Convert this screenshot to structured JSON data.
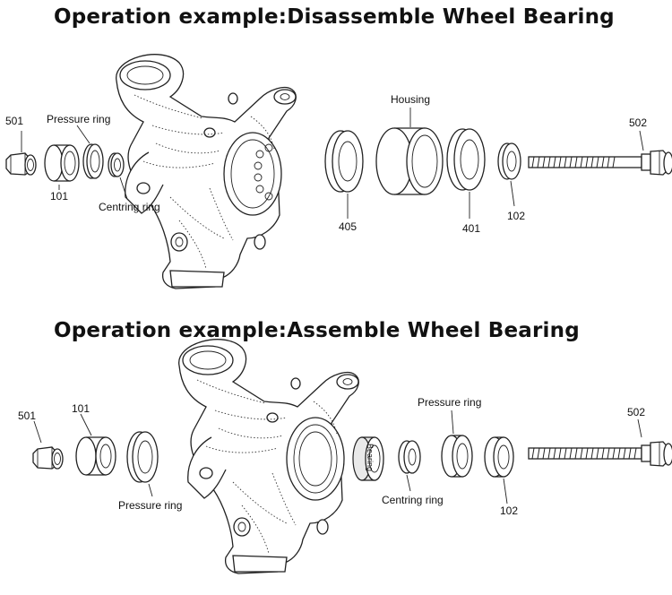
{
  "top_section": {
    "title": "Operation example:Disassemble Wheel Bearing",
    "labels": {
      "p501": "501",
      "pressure_ring": "Pressure ring",
      "p101": "101",
      "centring_ring": "Centring ring",
      "housing": "Housing",
      "p405": "405",
      "p401": "401",
      "p102": "102",
      "p502": "502"
    }
  },
  "bottom_section": {
    "title": "Operation example:Assemble Wheel Bearing",
    "labels": {
      "p501": "501",
      "p101": "101",
      "pressure_ring_left": "Pressure ring",
      "bearing": "Bearing",
      "centring_ring": "Centring ring",
      "pressure_ring_right": "Pressure ring",
      "p102": "102",
      "p502": "502"
    }
  }
}
